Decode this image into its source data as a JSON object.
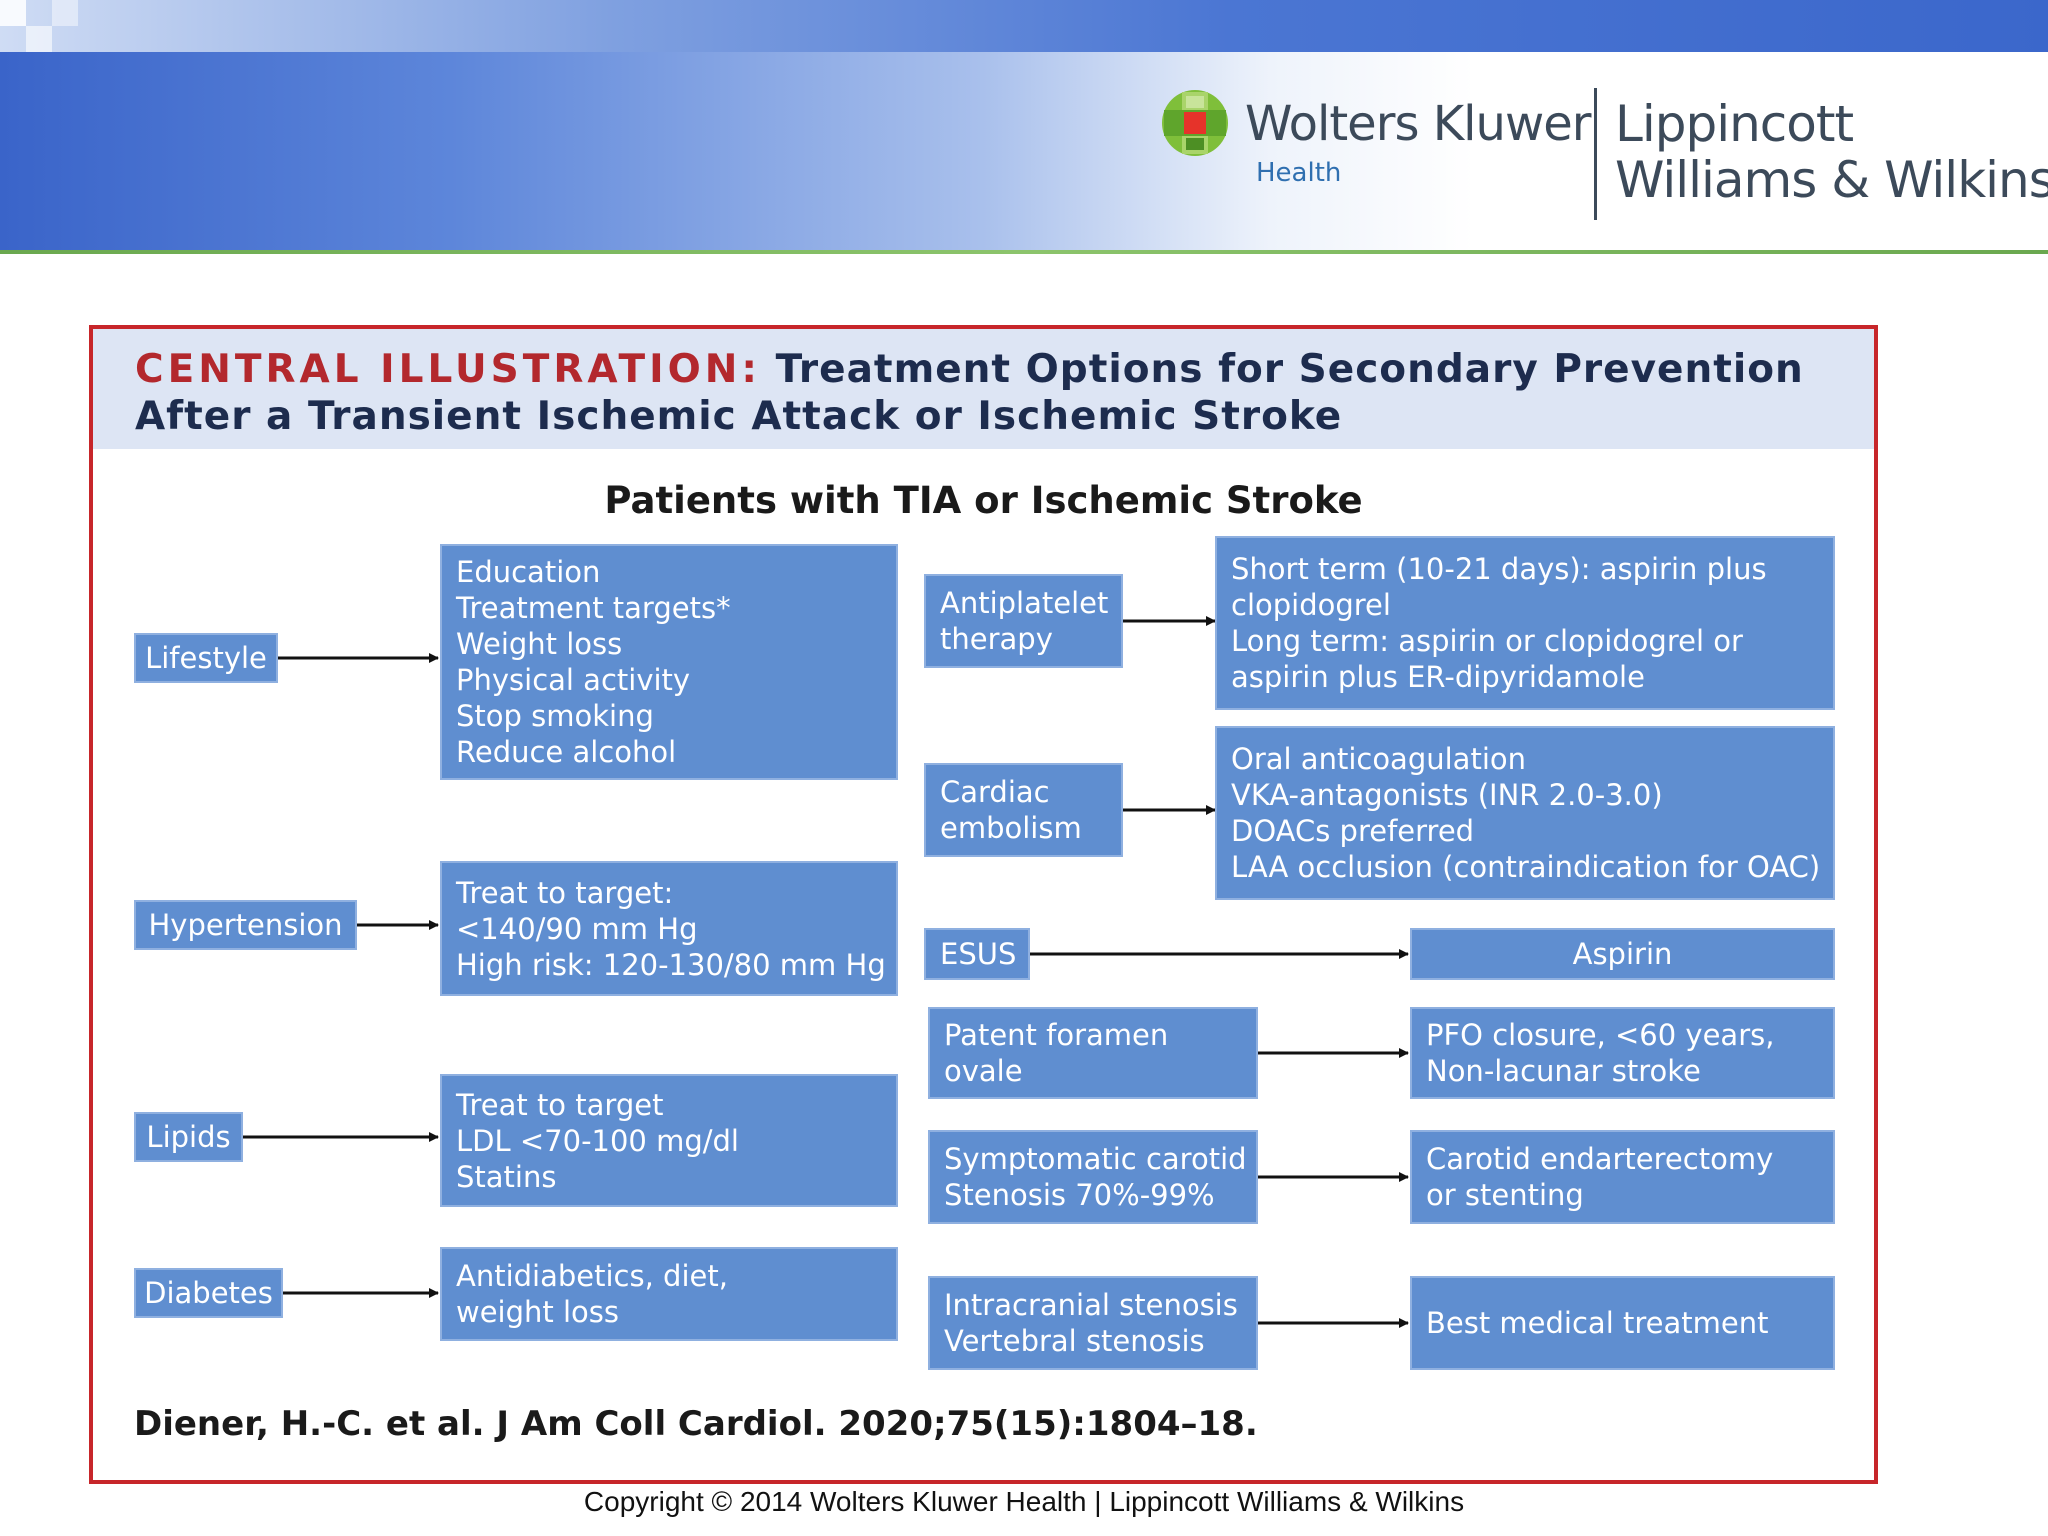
{
  "header": {
    "logo_company": "Wolters Kluwer",
    "logo_division": "Health",
    "logo_publisher_line1": "Lippincott",
    "logo_publisher_line2": "Williams & Wilkins"
  },
  "illustration": {
    "title_prefix": "CENTRAL ILLUSTRATION:",
    "title_line1": "Treatment Options for Secondary Prevention",
    "title_line2": "After a Transient Ischemic Attack or Ischemic Stroke",
    "subtitle": "Patients with TIA or Ischemic Stroke",
    "left_column": [
      {
        "risk_factor": "Lifestyle",
        "treatment": [
          "Education",
          "Treatment targets*",
          "Weight loss",
          "Physical activity",
          "Stop smoking",
          "Reduce alcohol"
        ]
      },
      {
        "risk_factor": "Hypertension",
        "treatment": [
          "Treat to target:",
          "<140/90 mm Hg",
          "High risk: 120-130/80 mm Hg"
        ]
      },
      {
        "risk_factor": "Lipids",
        "treatment": [
          "Treat to target",
          "LDL <70-100 mg/dl",
          "Statins"
        ]
      },
      {
        "risk_factor": "Diabetes",
        "treatment": [
          "Antidiabetics, diet,",
          "weight loss"
        ]
      }
    ],
    "right_column": [
      {
        "condition": [
          "Antiplatelet",
          "therapy"
        ],
        "treatment": [
          "Short term (10-21 days): aspirin plus",
          "clopidogrel",
          "Long term: aspirin or clopidogrel or",
          "aspirin plus ER-dipyridamole"
        ]
      },
      {
        "condition": [
          "Cardiac",
          "embolism"
        ],
        "treatment": [
          "Oral anticoagulation",
          "VKA-antagonists (INR 2.0-3.0)",
          "DOACs preferred",
          "LAA occlusion (contraindication for OAC)"
        ]
      },
      {
        "condition": [
          "ESUS"
        ],
        "treatment": [
          "Aspirin"
        ]
      },
      {
        "condition": [
          "Patent foramen",
          "ovale"
        ],
        "treatment": [
          "PFO closure, <60 years,",
          "Non-lacunar stroke"
        ]
      },
      {
        "condition": [
          "Symptomatic carotid",
          "Stenosis 70%-99%"
        ],
        "treatment": [
          "Carotid endarterectomy",
          "or stenting"
        ]
      },
      {
        "condition": [
          "Intracranial stenosis",
          "Vertebral stenosis"
        ],
        "treatment": [
          "Best medical treatment"
        ]
      }
    ],
    "citation": "Diener, H.-C. et al. J Am Coll Cardiol. 2020;75(15):1804–18."
  },
  "footer": {
    "copyright": "Copyright © 2014 Wolters Kluwer Health | Lippincott Williams & Wilkins"
  },
  "colors": {
    "box_fill": "#5f8ed0",
    "frame_border": "#c7262a",
    "title_prefix": "#b3282d",
    "title_band": "#dde5f4"
  }
}
